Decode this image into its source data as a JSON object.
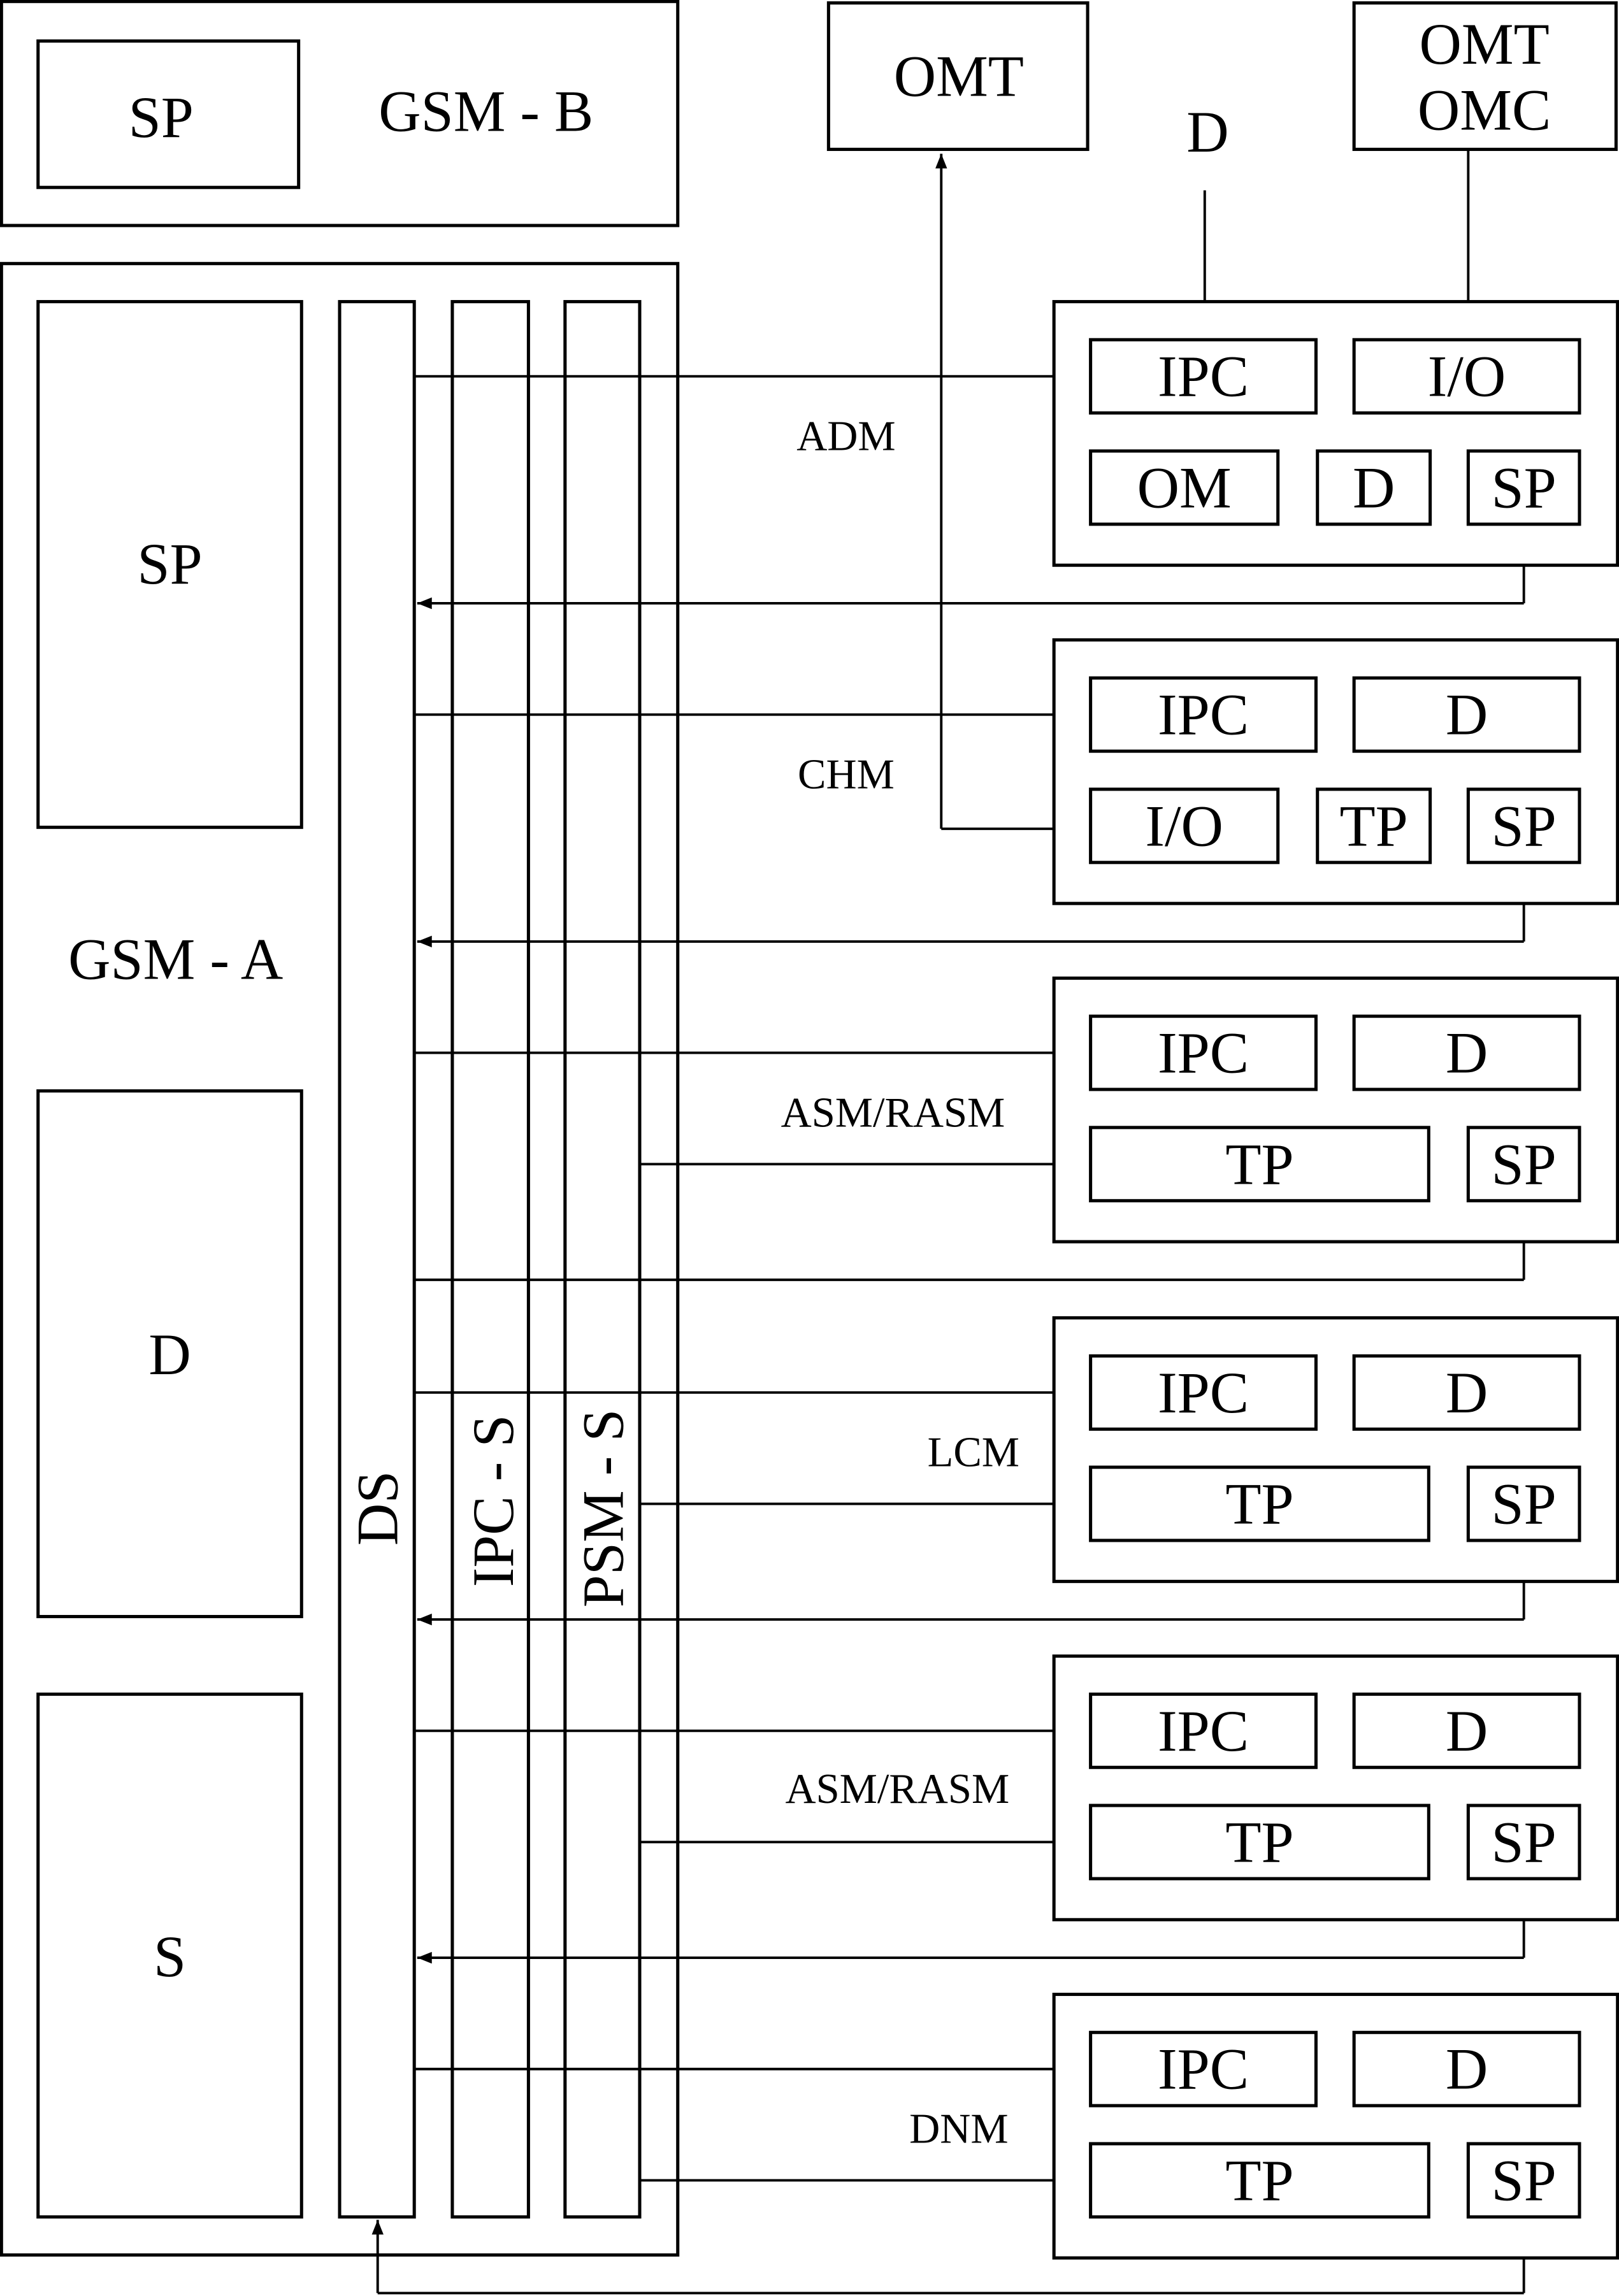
{
  "colors": {
    "stroke": "#000000",
    "background": "#ffffff"
  },
  "gsm_b": {
    "title": "GSM - B",
    "sp": "SP"
  },
  "gsm_a": {
    "title": "GSM - A",
    "sp": "SP",
    "d": "D",
    "s": "S"
  },
  "buses": {
    "ds": "DS",
    "ipc_s": "IPC - S",
    "psm_s": "PSM - S"
  },
  "externals": {
    "omt": "OMT",
    "omt_omc_line1": "OMT",
    "omt_omc_line2": "OMC",
    "d_input": "D"
  },
  "modules": [
    {
      "name": "ADM",
      "row1": [
        "IPC",
        "I/O"
      ],
      "row2": [
        "OM",
        "D",
        "SP"
      ]
    },
    {
      "name": "CHM",
      "row1": [
        "IPC",
        "D"
      ],
      "row2": [
        "I/O",
        "TP",
        "SP"
      ]
    },
    {
      "name": "ASM/RASM",
      "row1": [
        "IPC",
        "D"
      ],
      "row2": [
        "TP",
        "SP"
      ]
    },
    {
      "name": "LCM",
      "row1": [
        "IPC",
        "D"
      ],
      "row2": [
        "TP",
        "SP"
      ]
    },
    {
      "name": "ASM/RASM",
      "row1": [
        "IPC",
        "D"
      ],
      "row2": [
        "TP",
        "SP"
      ]
    },
    {
      "name": "DNM",
      "row1": [
        "IPC",
        "D"
      ],
      "row2": [
        "TP",
        "SP"
      ]
    }
  ]
}
